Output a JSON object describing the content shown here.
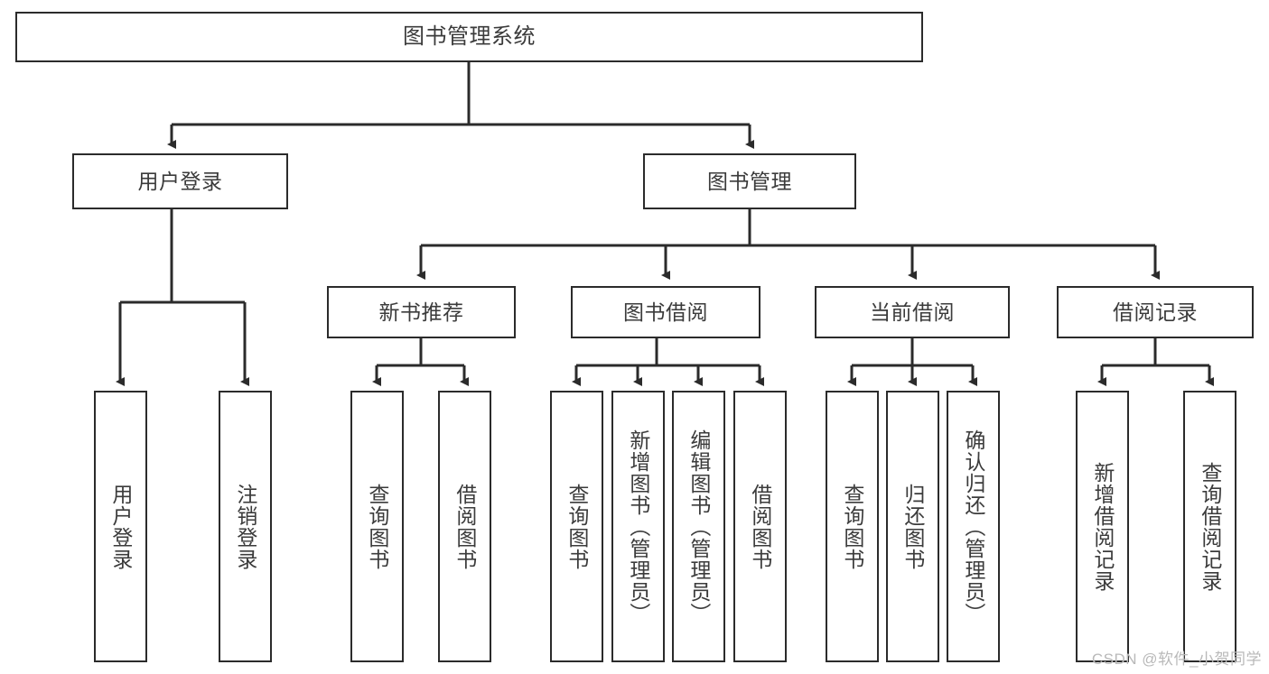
{
  "diagram": {
    "title": "图书管理系统",
    "watermark": "CSDN @软件_小贺同学",
    "colors": {
      "box_border": "#2b2b2b",
      "text": "#3b3b3b",
      "connector": "#2b2b2b",
      "background": "#ffffff",
      "watermark": "#b9b9b9"
    },
    "levels": {
      "root": {
        "label": "图书管理系统"
      },
      "level2": [
        {
          "label": "用户登录"
        },
        {
          "label": "图书管理"
        }
      ],
      "level3": [
        {
          "label": "新书推荐"
        },
        {
          "label": "图书借阅"
        },
        {
          "label": "当前借阅"
        },
        {
          "label": "借阅记录"
        }
      ],
      "leaves": {
        "user_login": [
          {
            "label": "用户登录"
          },
          {
            "label": "注销登录"
          }
        ],
        "new_book_recommend": [
          {
            "label": "查询图书"
          },
          {
            "label": "借阅图书"
          }
        ],
        "book_borrow": [
          {
            "label": "查询图书"
          },
          {
            "label": "新增图书（管理员）"
          },
          {
            "label": "编辑图书（管理员）"
          },
          {
            "label": "借阅图书"
          }
        ],
        "current_borrow": [
          {
            "label": "查询图书"
          },
          {
            "label": "归还图书"
          },
          {
            "label": "确认归还（管理员）"
          }
        ],
        "borrow_record": [
          {
            "label": "新增借阅记录"
          },
          {
            "label": "查询借阅记录"
          }
        ]
      }
    }
  }
}
